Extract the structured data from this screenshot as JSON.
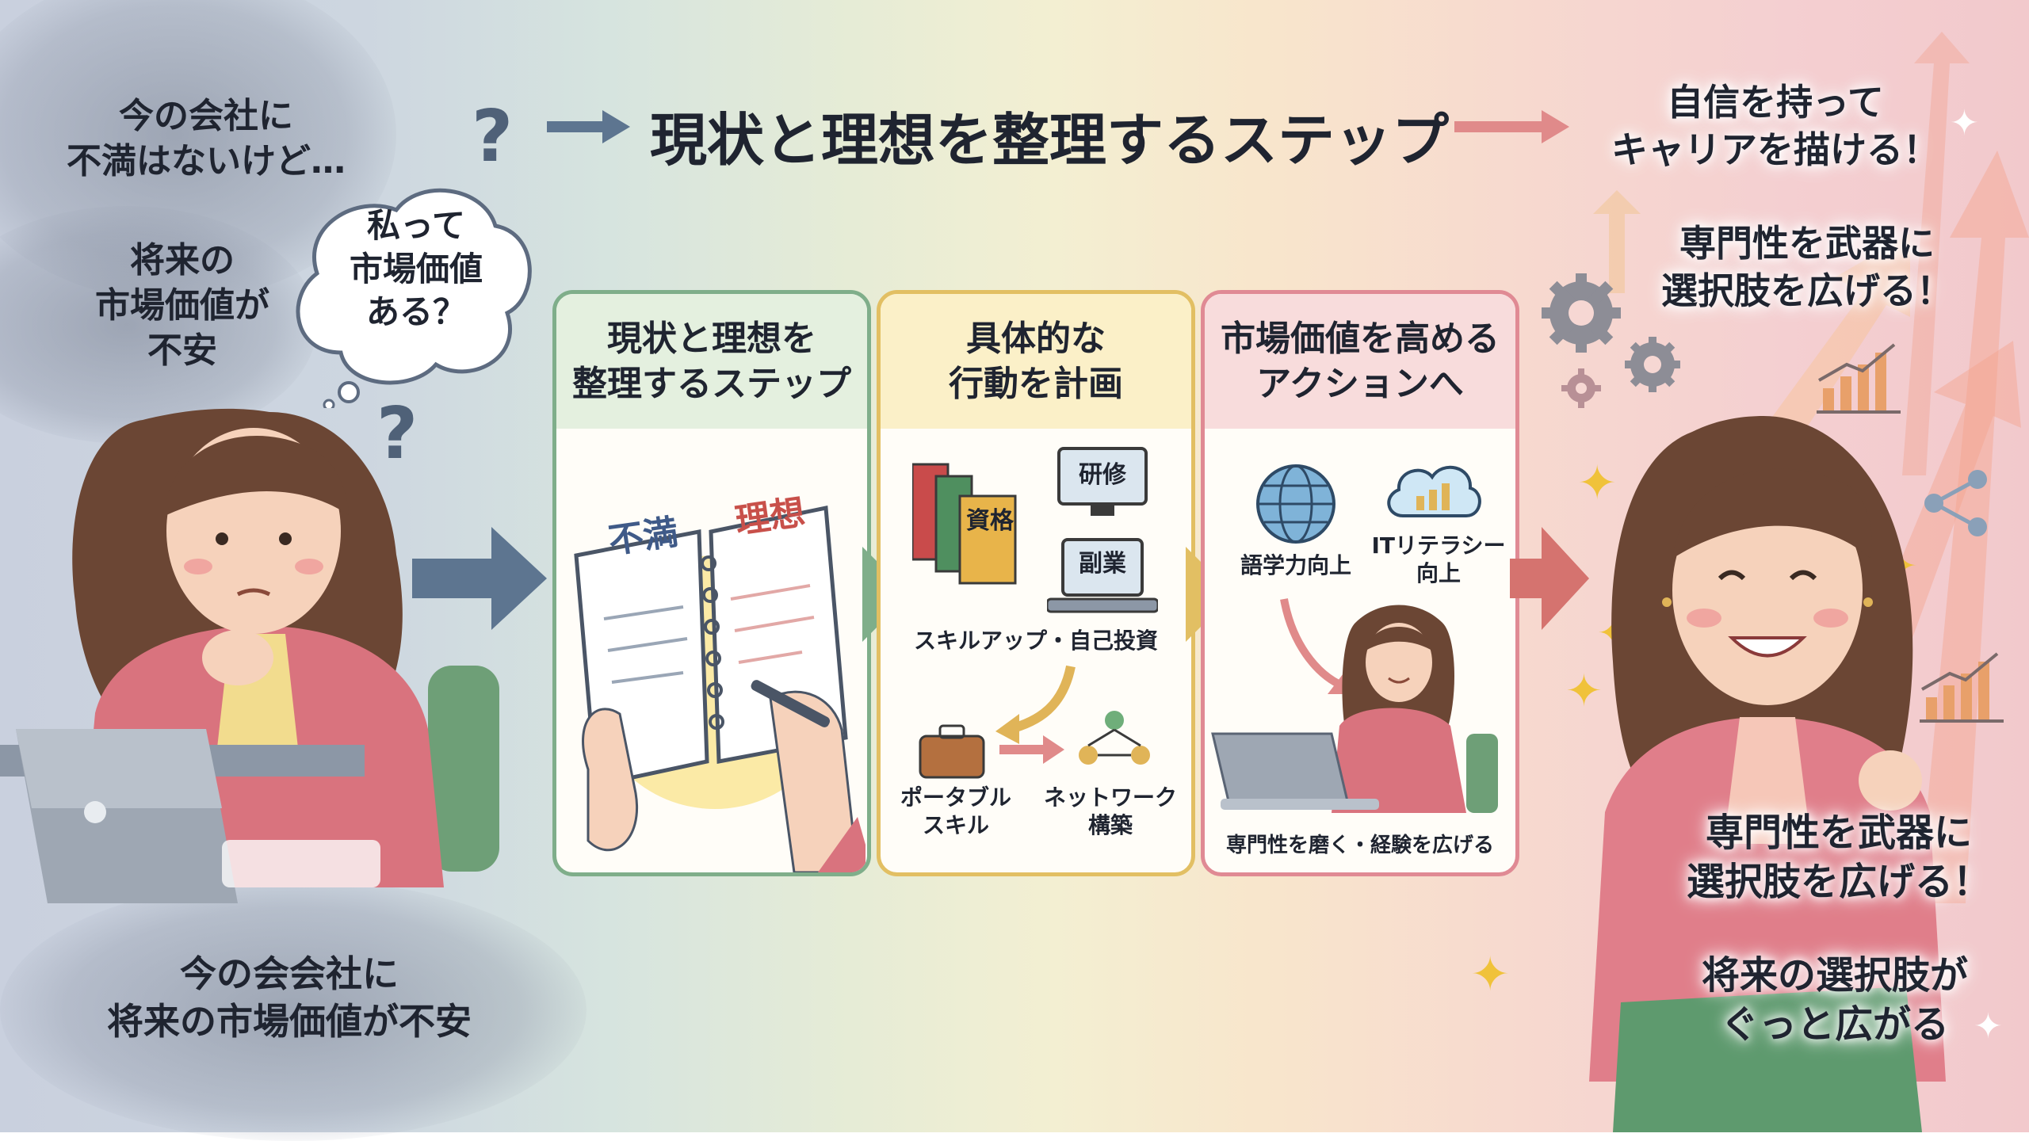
{
  "title": "現状と理想を整理するステップ",
  "left": {
    "cloud_top": "今の会社に\n不満はないけど…",
    "cloud_mid": "将来の\n市場価値が\n不安",
    "thought": "私って\n市場価値\nある？",
    "cloud_bottom": "今の会会社に\n将来の市場価値が不安"
  },
  "panels": [
    {
      "heading": "現状と理想を\n整理するステップ",
      "notebook_left": "不満",
      "notebook_right": "理想"
    },
    {
      "heading": "具体的な\n行動を計画",
      "book_label": "資格",
      "monitor1": "研修",
      "monitor2": "副業",
      "caption": "スキルアップ・自己投資",
      "item1": "ポータブル\nスキル",
      "item2": "ネットワーク\n構築"
    },
    {
      "heading": "市場価値を高める\nアクションへ",
      "icon1_label": "語学力向上",
      "icon2_label": "ITリテラシー\n向上",
      "caption": "専門性を磨く・経験を広げる"
    }
  ],
  "right": {
    "msg1": "自信を持って\nキャリアを描ける！",
    "msg2": "専門性を武器に\n選択肢を広げる！",
    "msg3": "専門性を武器に\n選択肢を広げる！",
    "msg4": "将来の選択肢が\nぐっと広がる"
  },
  "colors": {
    "panel1": "#7fae8a",
    "panel2": "#e2bf63",
    "panel3": "#e08a94",
    "arrow_blue": "#5d7590",
    "accent_red": "#d5736f"
  }
}
